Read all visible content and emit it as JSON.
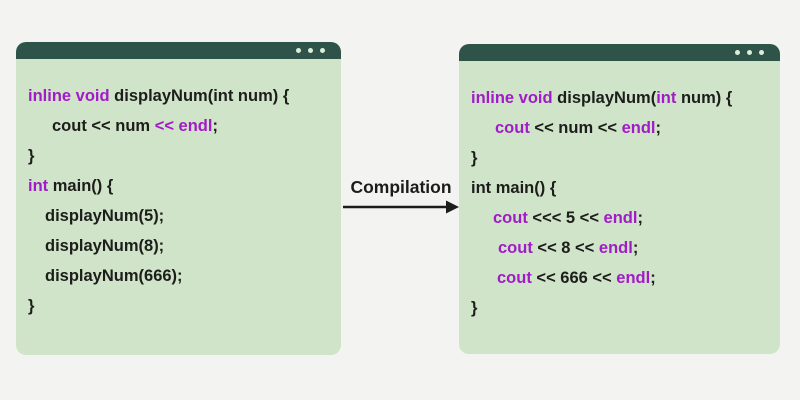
{
  "colors": {
    "background": "#f3f4f1",
    "titlebar": "#2e5348",
    "window_body": "#cfe4c8",
    "dot": "#dceedb",
    "keyword": "#a21bc9",
    "code_text": "#1d1d1b",
    "arrow": "#1c1c1a"
  },
  "arrow": {
    "label": "Compilation"
  },
  "windows": [
    {
      "name": "source-code-window",
      "lines": [
        {
          "indent": 0,
          "tokens": [
            {
              "text": "inline void",
              "color": "keyword"
            },
            {
              "text": " displayNum(int num) {",
              "color": "code_text"
            }
          ]
        },
        {
          "indent": 24,
          "tokens": [
            {
              "text": "cout << num ",
              "color": "code_text"
            },
            {
              "text": "<< endl",
              "color": "keyword"
            },
            {
              "text": ";",
              "color": "code_text"
            }
          ]
        },
        {
          "indent": 0,
          "tokens": [
            {
              "text": "}",
              "color": "code_text"
            }
          ]
        },
        {
          "indent": 0,
          "tokens": [
            {
              "text": "int",
              "color": "keyword"
            },
            {
              "text": " main() {",
              "color": "code_text"
            }
          ]
        },
        {
          "indent": 17,
          "tokens": [
            {
              "text": "displayNum(5);",
              "color": "code_text"
            }
          ]
        },
        {
          "indent": 17,
          "tokens": [
            {
              "text": "displayNum(8);",
              "color": "code_text"
            }
          ]
        },
        {
          "indent": 17,
          "tokens": [
            {
              "text": "displayNum(666);",
              "color": "code_text"
            }
          ]
        },
        {
          "indent": 0,
          "tokens": [
            {
              "text": "}",
              "color": "code_text"
            }
          ]
        }
      ]
    },
    {
      "name": "compiled-code-window",
      "lines": [
        {
          "indent": 0,
          "tokens": [
            {
              "text": "inline void",
              "color": "keyword"
            },
            {
              "text": " displayNum(",
              "color": "code_text"
            },
            {
              "text": "int",
              "color": "keyword"
            },
            {
              "text": " num) {",
              "color": "code_text"
            }
          ]
        },
        {
          "indent": 24,
          "tokens": [
            {
              "text": "cout",
              "color": "keyword"
            },
            {
              "text": " << num << ",
              "color": "code_text"
            },
            {
              "text": "endl",
              "color": "keyword"
            },
            {
              "text": ";",
              "color": "code_text"
            }
          ]
        },
        {
          "indent": 0,
          "tokens": [
            {
              "text": "}",
              "color": "code_text"
            }
          ]
        },
        {
          "indent": 0,
          "tokens": [
            {
              "text": "int main() {",
              "color": "code_text"
            }
          ]
        },
        {
          "indent": 22,
          "tokens": [
            {
              "text": "cout",
              "color": "keyword"
            },
            {
              "text": " <<< 5 << ",
              "color": "code_text"
            },
            {
              "text": "endl",
              "color": "keyword"
            },
            {
              "text": ";",
              "color": "code_text"
            }
          ]
        },
        {
          "indent": 27,
          "tokens": [
            {
              "text": "cout",
              "color": "keyword"
            },
            {
              "text": " << 8 << ",
              "color": "code_text"
            },
            {
              "text": "endl",
              "color": "keyword"
            },
            {
              "text": ";",
              "color": "code_text"
            }
          ]
        },
        {
          "indent": 26,
          "tokens": [
            {
              "text": "cout",
              "color": "keyword"
            },
            {
              "text": " << 666 << ",
              "color": "code_text"
            },
            {
              "text": "endl",
              "color": "keyword"
            },
            {
              "text": ";",
              "color": "code_text"
            }
          ]
        },
        {
          "indent": 0,
          "tokens": [
            {
              "text": "}",
              "color": "code_text"
            }
          ]
        }
      ]
    }
  ]
}
